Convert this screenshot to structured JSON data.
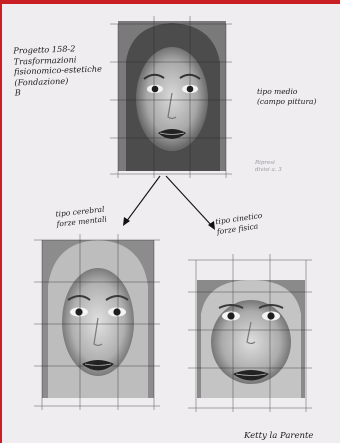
{
  "sheet": {
    "project_note": "Progetto 158-2\nTrasformazioni\nfisionomico-estetiche\n(Fondazione)\nB",
    "top_face_label": "tipo medio\n(campo pittura)",
    "pencil_note": "Ripresi\ndivisi a. 3",
    "left_face_label": "tipo cerebral\nforze mentali",
    "right_face_label": "tipo cinetico\nforze fisica",
    "signature": "Ketty la Parente"
  },
  "colors": {
    "border_red": "#c81e24",
    "paper": "#efedef",
    "ink": "#1a1a1a"
  }
}
